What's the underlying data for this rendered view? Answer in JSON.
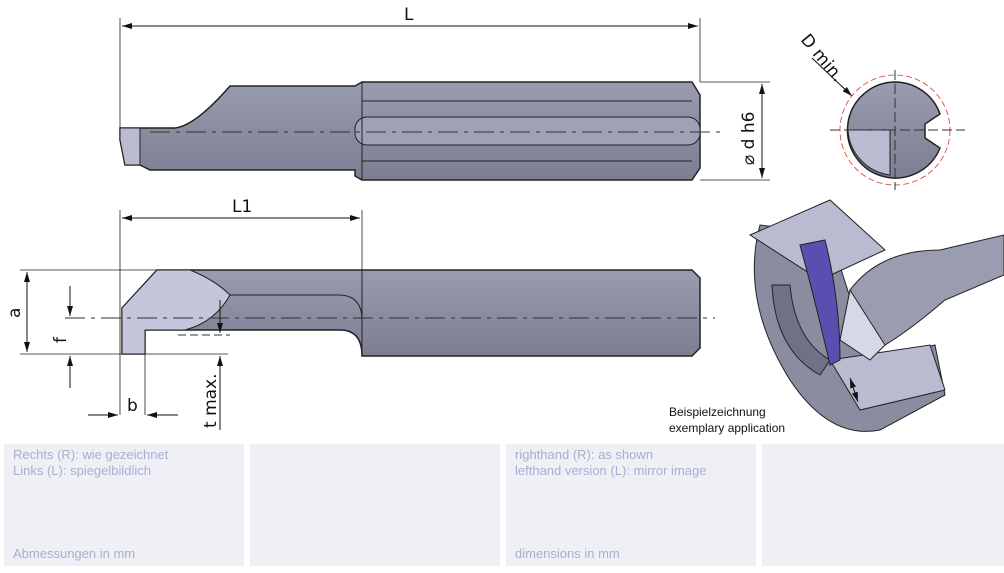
{
  "drawing": {
    "dim_L": "L",
    "dim_L1": "L1",
    "dim_a": "a",
    "dim_f": "f",
    "dim_b": "b",
    "dim_tmax": "t max.",
    "dim_d": "⌀ d h6",
    "dim_Dmin": "D min.",
    "example_label_de": "Beispielzeichnung",
    "example_label_en": "exemplary application"
  },
  "notes": {
    "de_line1": "Rechts (R): wie gezeichnet",
    "de_line2": "Links (L): spiegelbildlich",
    "de_units": "Abmessungen in mm",
    "en_line1": "righthand (R): as shown",
    "en_line2": "lefthand version (L): mirror image",
    "en_units": "dimensions in mm"
  },
  "colors": {
    "tool": "#8a8d9f",
    "tool_light": "#c9cbe0",
    "insert_blue": "#5a4fb0",
    "panel_bg": "#eff0f5",
    "panel_text": "#a9aed0"
  }
}
